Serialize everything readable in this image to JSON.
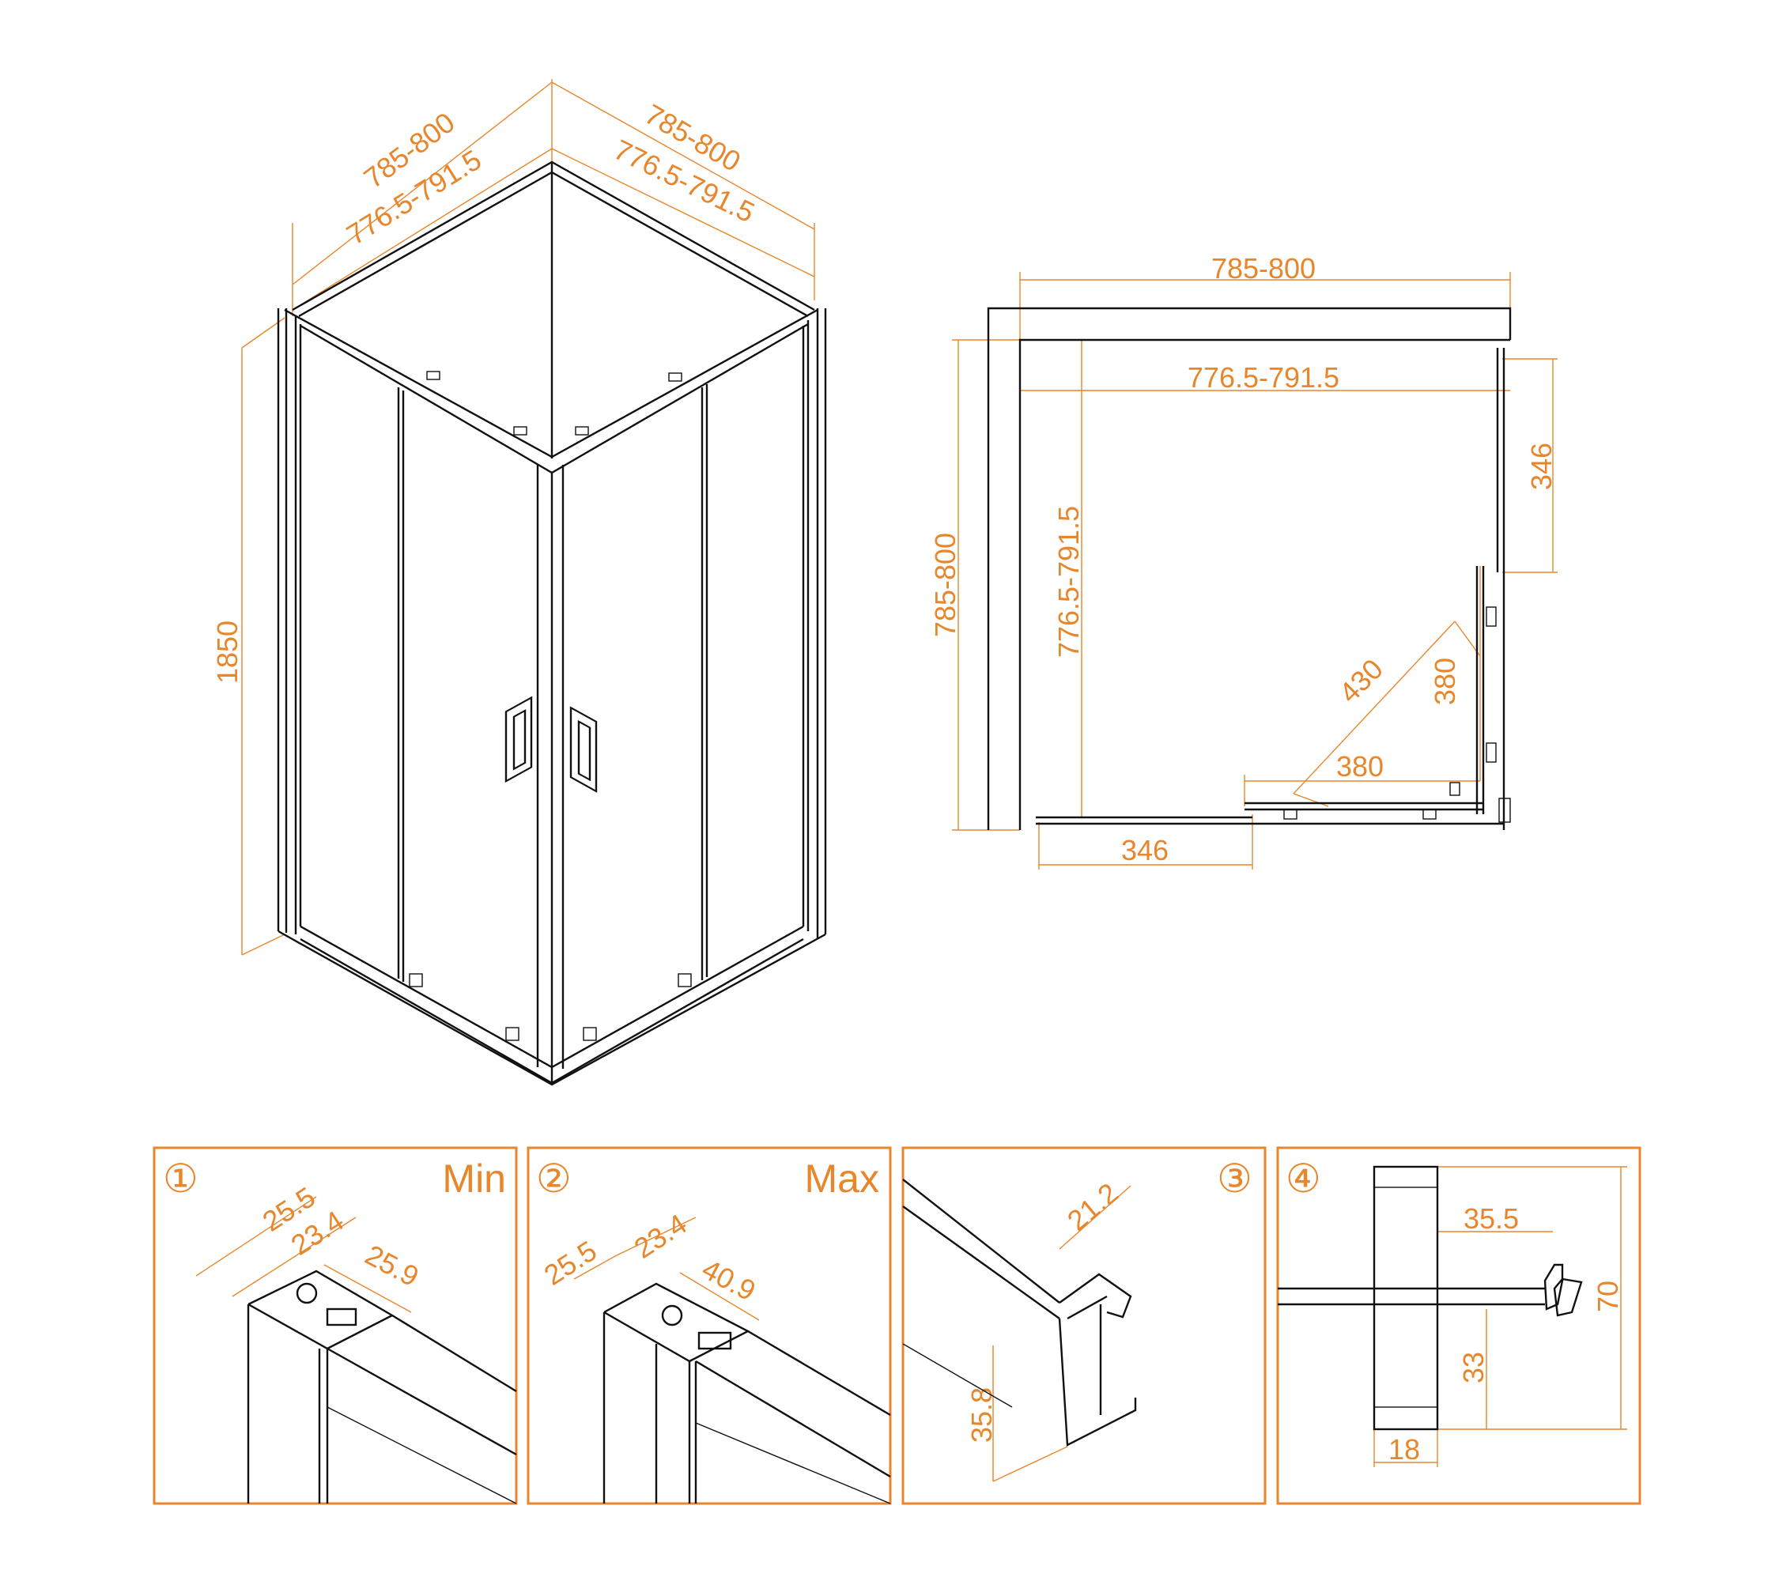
{
  "colors": {
    "dimension": "#e8862c",
    "line": "#111111",
    "background": "#ffffff"
  },
  "iso_view": {
    "left_outer": "785-800",
    "left_inner": "776.5-791.5",
    "right_outer": "785-800",
    "right_inner": "776.5-791.5",
    "height": "1850"
  },
  "plan_view": {
    "top_outer": "785-800",
    "top_inner": "776.5-791.5",
    "left_outer": "785-800",
    "left_inner": "776.5-791.5",
    "right_panel": "346",
    "bottom_panel": "346",
    "diagonal": "430",
    "door_right": "380",
    "door_bottom": "380"
  },
  "details": [
    {
      "number": "①",
      "label": "Min",
      "dims": [
        "25.5",
        "23.4",
        "25.9"
      ]
    },
    {
      "number": "②",
      "label": "Max",
      "dims": [
        "25.5",
        "23.4",
        "40.9"
      ]
    },
    {
      "number": "③",
      "label": "",
      "dims": [
        "21.2",
        "35.8"
      ]
    },
    {
      "number": "④",
      "label": "",
      "dims": [
        "35.5",
        "70",
        "33",
        "18"
      ]
    }
  ]
}
